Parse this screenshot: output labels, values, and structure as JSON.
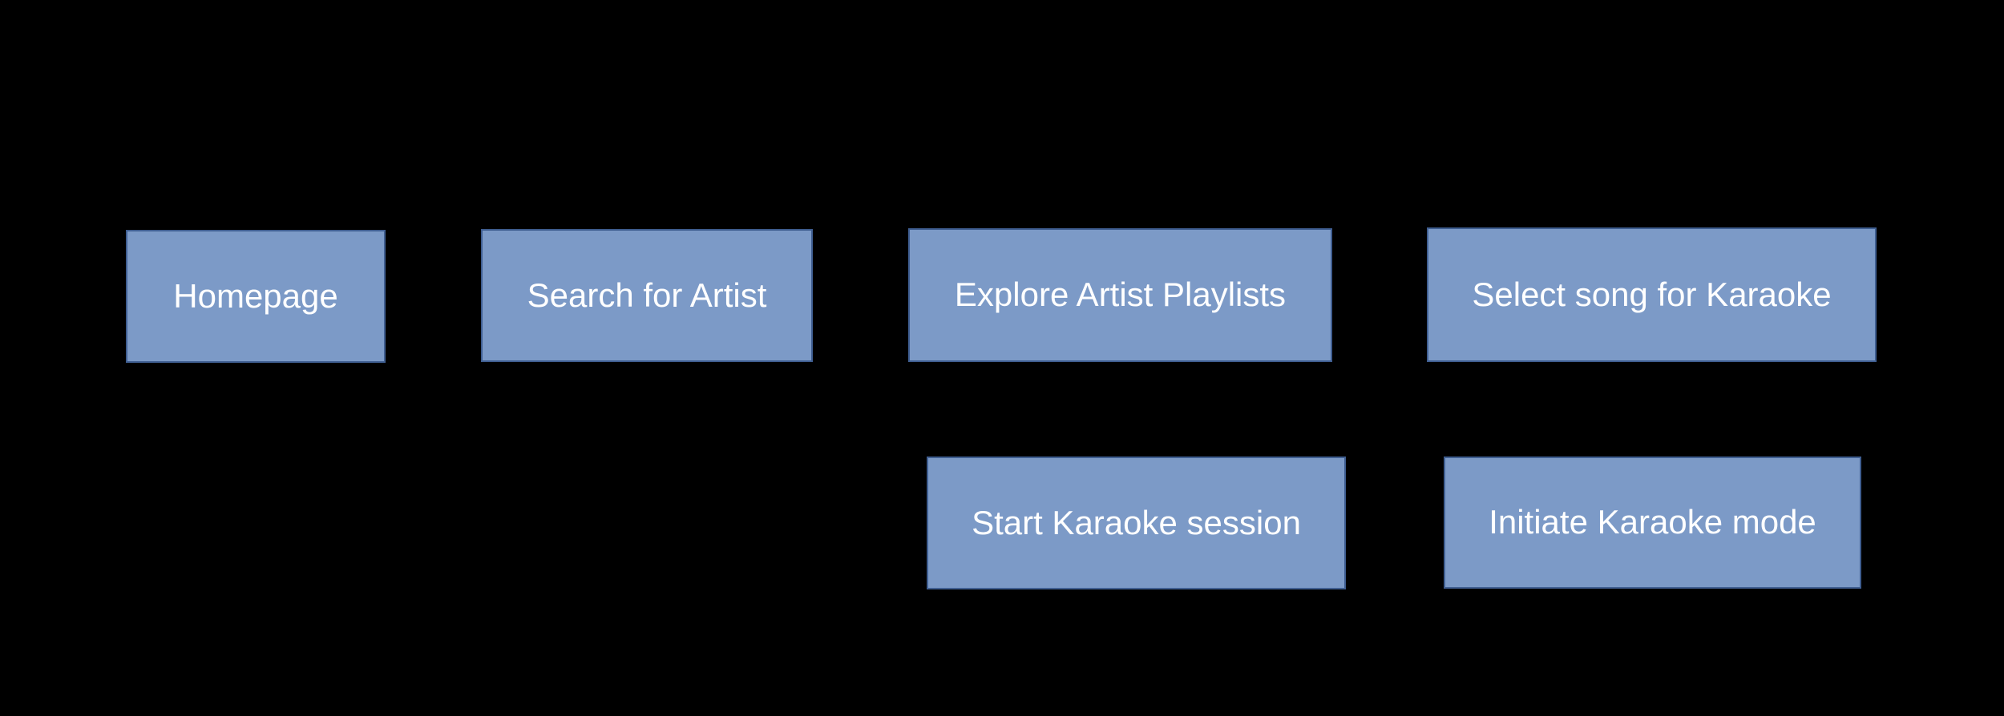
{
  "diagram": {
    "background": "#000000",
    "node_fill": "#7c9ac7",
    "node_border": "#3f5e91",
    "text_color": "#ffffff",
    "nodes": [
      {
        "id": "homepage",
        "label": "Homepage"
      },
      {
        "id": "search-for-artist",
        "label": "Search for Artist"
      },
      {
        "id": "explore-artist-playlists",
        "label": "Explore Artist Playlists"
      },
      {
        "id": "select-song-for-karaoke",
        "label": "Select song for Karaoke"
      },
      {
        "id": "start-karaoke-session",
        "label": "Start Karaoke session"
      },
      {
        "id": "initiate-karaoke-mode",
        "label": "Initiate Karaoke mode"
      }
    ]
  }
}
